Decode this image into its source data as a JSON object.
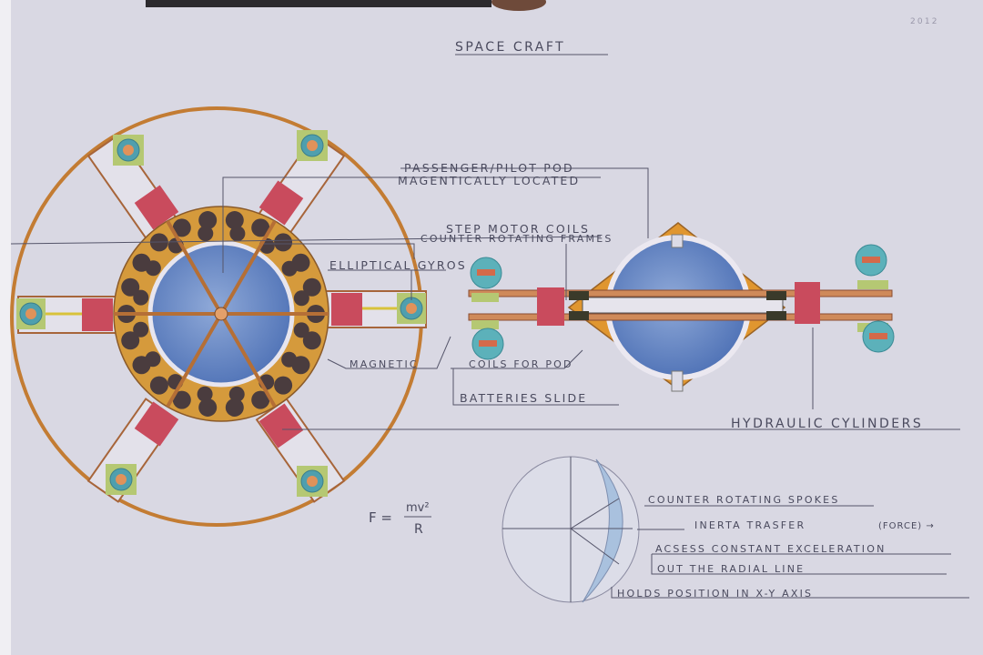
{
  "title": "SPACE CRAFT",
  "signature": "2012",
  "labels": {
    "passenger_pod": "PASSENGER/PILOT POD",
    "magnetically_located": "MAGENTICALLY LOCATED",
    "step_motor": "STEP MOTOR COILS",
    "counter_rotating_frames": "COUNTER ROTATING FRAMES",
    "elliptical_gyros": "ELLIPTICAL   GYROS",
    "magnetic": "MAGNETIC",
    "coils_for_pod": "COILS FOR POD",
    "batteries_slide": "BATTERIES SLIDE",
    "hydraulic": "HYDRAULIC CYLINDERS"
  },
  "formula": {
    "lhs": "F =",
    "numerator": "mv²",
    "denominator": "R"
  },
  "notes": {
    "spokes": "COUNTER ROTATING SPOKES",
    "inertia": "INERTA TRASFER",
    "force": "(FORCE) →",
    "acsess": "ACSESS CONSTANT EXCELERATION",
    "radial": "OUT THE RADIAL LINE",
    "holds": "HOLDS POSITION IN X-Y AXIS"
  },
  "colors": {
    "paper": "#d9d8e3",
    "orange": "#c8822e",
    "blue": "#6f8fc6",
    "teal": "#57a9b1",
    "red": "#c24a5c",
    "dark": "#3e3436"
  }
}
